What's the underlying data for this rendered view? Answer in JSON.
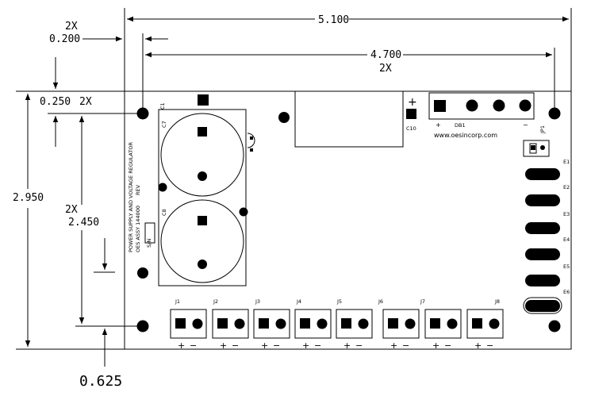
{
  "dimensions": {
    "overall_width": "5.100",
    "mount_spacing_x": "4.700",
    "mount_spacing_x_count": "2X",
    "edge_offset_x_count": "2X",
    "edge_offset_x": "0.200",
    "edge_offset_y": "0.250",
    "edge_offset_y_count": "2X",
    "overall_height": "2.950",
    "mount_spacing_y_count": "2X",
    "mount_spacing_y": "2.450",
    "bottom_offset": "0.625"
  },
  "board": {
    "title_line1": "POWER SUPPLY AND VOLTAGE REGULATOR",
    "title_line2": "OES ASSY 144000",
    "rev_label": "REV",
    "sn_label": "S/N",
    "website": "www.oesincorp.com",
    "c1": "C1",
    "c7": "C7",
    "c8": "C8",
    "c10": "C10",
    "db1": "DB1",
    "db1_plus": "+",
    "db1_minus": "−",
    "c10_plus": "+",
    "jp1": "JP1",
    "e_labels": [
      "E1",
      "E2",
      "E3",
      "E4",
      "E5",
      "E6"
    ],
    "connectors": [
      "J1",
      "J2",
      "J3",
      "J4",
      "J5",
      "J6",
      "J7",
      "J8"
    ],
    "conn_plus": "+",
    "conn_minus": "−"
  }
}
